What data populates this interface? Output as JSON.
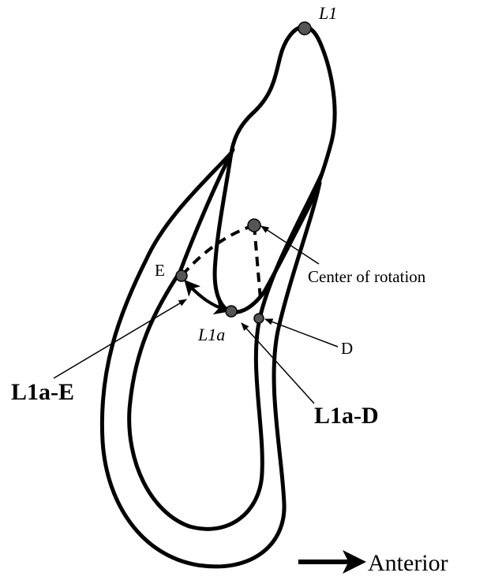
{
  "labels": {
    "l1": "L1",
    "l1a": "L1a",
    "e": "E",
    "d": "D",
    "center_of_rotation": "Center of rotation",
    "l1a_e": "L1a-E",
    "l1a_d": "L1a-D",
    "anterior": "Anterior"
  },
  "colors": {
    "ink": "#000000",
    "point_fill": "#555555"
  }
}
